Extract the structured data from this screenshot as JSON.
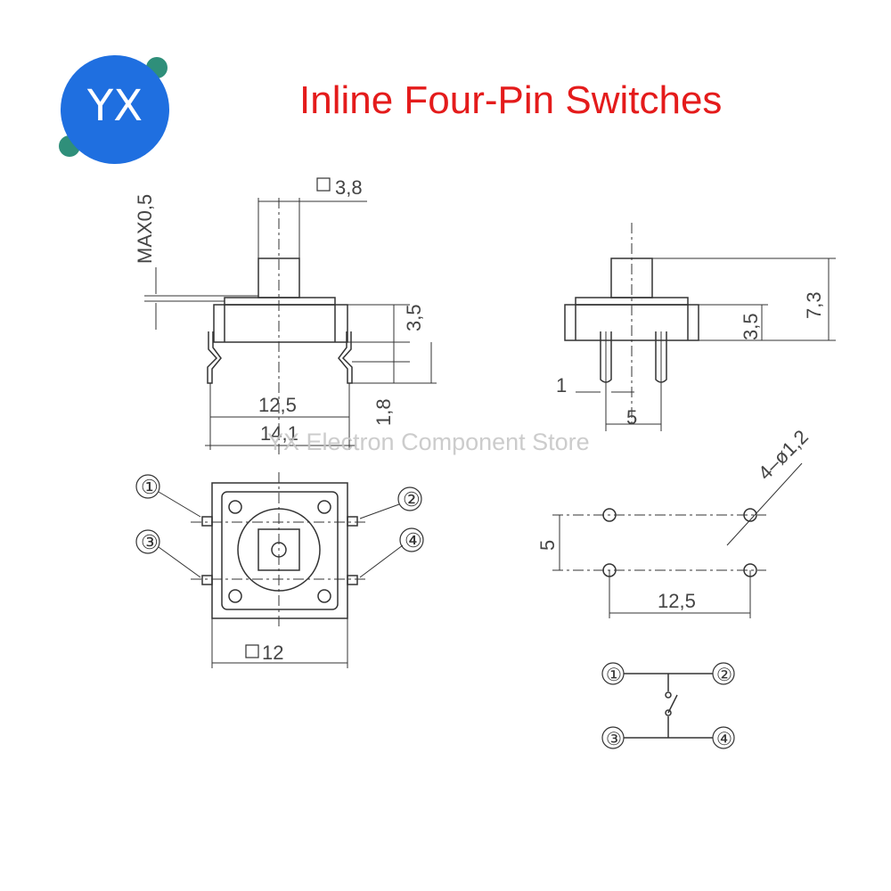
{
  "brand": {
    "logo_text": "YX",
    "accent_color": "#1f6fe0",
    "tab_color": "#2f8f7a"
  },
  "title": "Inline Four-Pin Switches",
  "title_color": "#e41b1b",
  "watermark": "YX Electron Component Store",
  "dims": {
    "cap_square": "3,8",
    "max_travel": "MAX0,5",
    "body_height": "3,5",
    "pin_height": "1,8",
    "pin_span": "12,5",
    "total_width": "14,1",
    "side_height": "3,5",
    "total_height": "7,3",
    "pin_width": "1",
    "side_pin_pitch": "5",
    "hole_dia": "4–ø1,2",
    "hole_pitch_v": "5",
    "hole_pitch_h": "12,5",
    "body_square": "12"
  },
  "pins": {
    "p1": "①",
    "p2": "②",
    "p3": "③",
    "p4": "④"
  }
}
